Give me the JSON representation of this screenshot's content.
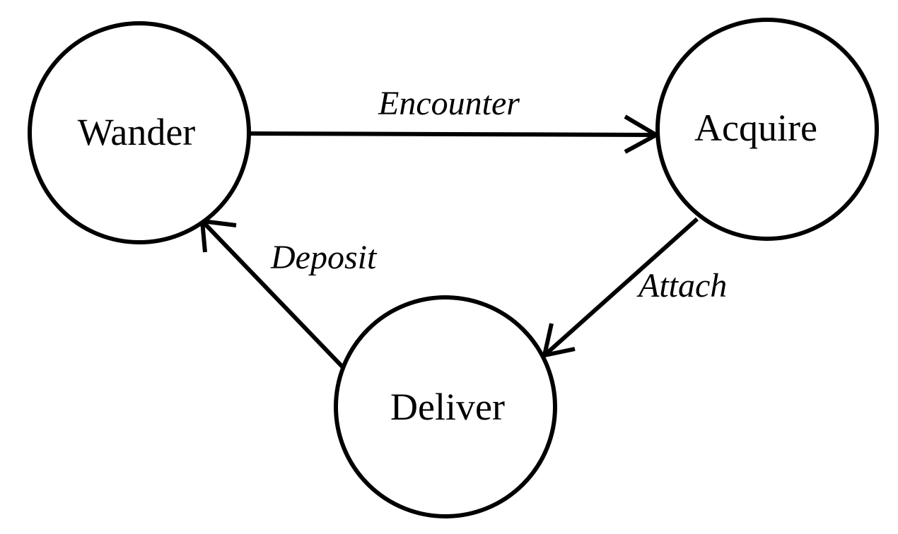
{
  "diagram": {
    "states": {
      "wander": "Wander",
      "acquire": "Acquire",
      "deliver": "Deliver"
    },
    "transitions": {
      "encounter": {
        "label": "Encounter",
        "from": "Wander",
        "to": "Acquire"
      },
      "attach": {
        "label": "Attach",
        "from": "Acquire",
        "to": "Deliver"
      },
      "deposit": {
        "label": "Deposit",
        "from": "Deliver",
        "to": "Wander"
      }
    }
  }
}
